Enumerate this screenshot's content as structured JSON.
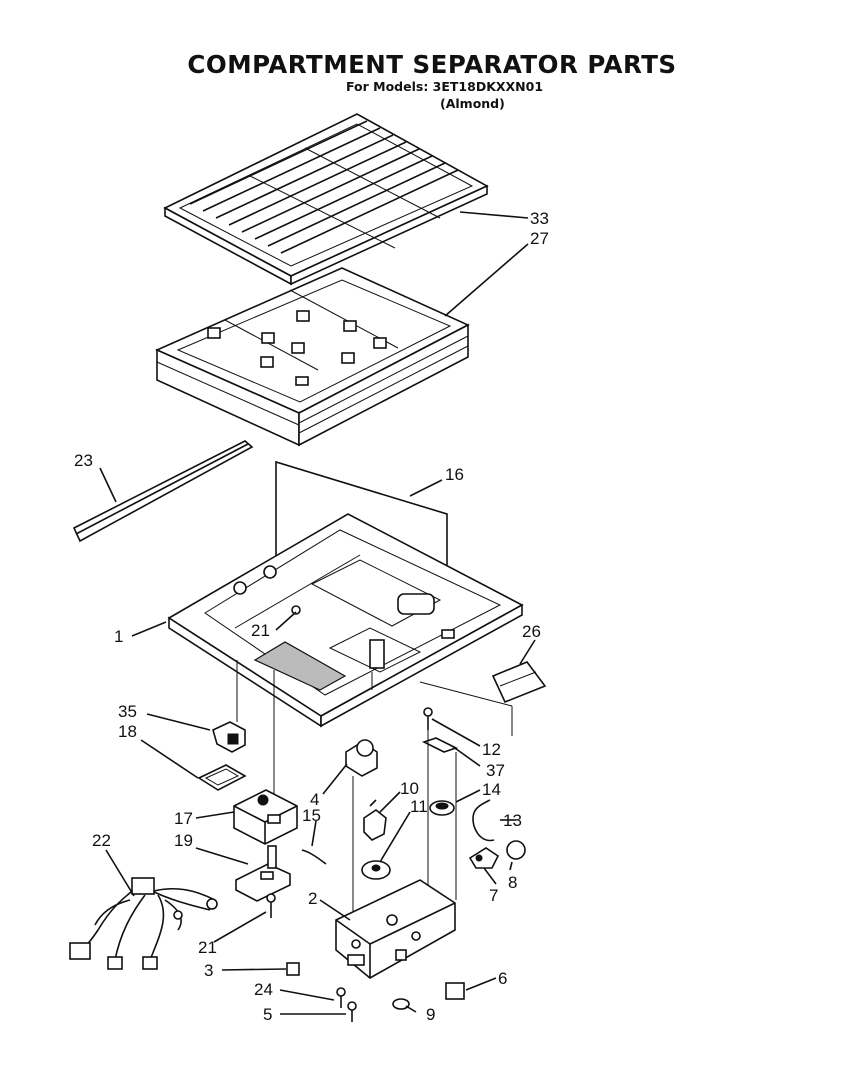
{
  "diagram": {
    "title": "COMPARTMENT SEPARATOR PARTS",
    "models_line": "For Models: 3ET18DKXXN01",
    "variant": "(Almond)",
    "callouts": [
      "33",
      "27",
      "23",
      "16",
      "1",
      "21",
      "26",
      "35",
      "18",
      "12",
      "37",
      "14",
      "13",
      "4",
      "10",
      "11",
      "15",
      "17",
      "19",
      "8",
      "7",
      "22",
      "2",
      "21",
      "3",
      "6",
      "24",
      "9",
      "5"
    ]
  }
}
